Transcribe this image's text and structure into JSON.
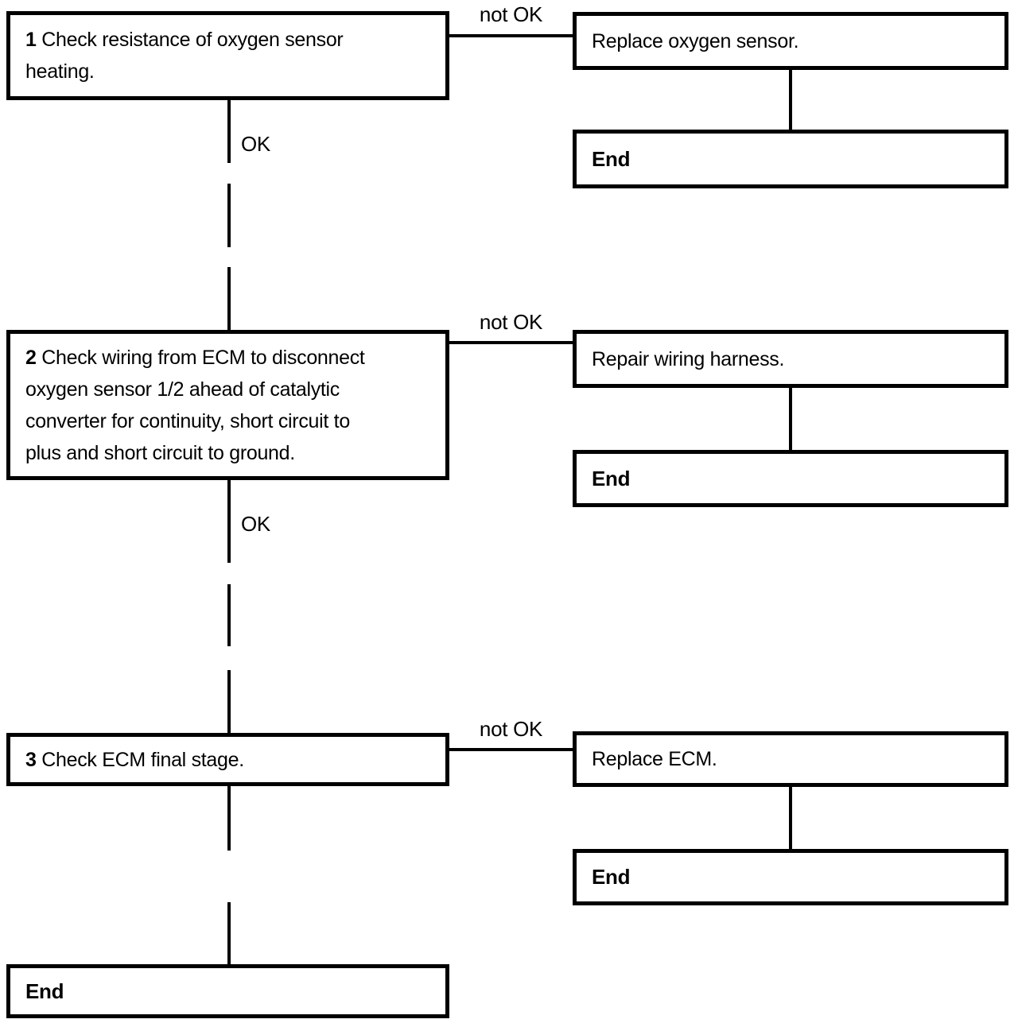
{
  "flow": {
    "steps": [
      {
        "number": "1",
        "lines": [
          "Check resistance of oxygen sensor",
          "heating."
        ],
        "ok_label": "OK",
        "not_ok_label": "not OK",
        "action": "Replace oxygen sensor.",
        "end_label": "End"
      },
      {
        "number": "2",
        "lines": [
          "Check wiring from ECM to disconnect",
          "oxygen sensor 1/2 ahead of catalytic",
          "converter for continuity, short circuit to",
          "plus and short circuit to ground."
        ],
        "ok_label": "OK",
        "not_ok_label": "not OK",
        "action": "Repair wiring harness.",
        "end_label": "End"
      },
      {
        "number": "3",
        "lines": [
          "Check ECM final stage."
        ],
        "not_ok_label": "not OK",
        "action": "Replace ECM.",
        "end_label": "End"
      }
    ],
    "final_end_label": "End",
    "colors": {
      "ink": "#000000",
      "paper": "#ffffff"
    }
  }
}
